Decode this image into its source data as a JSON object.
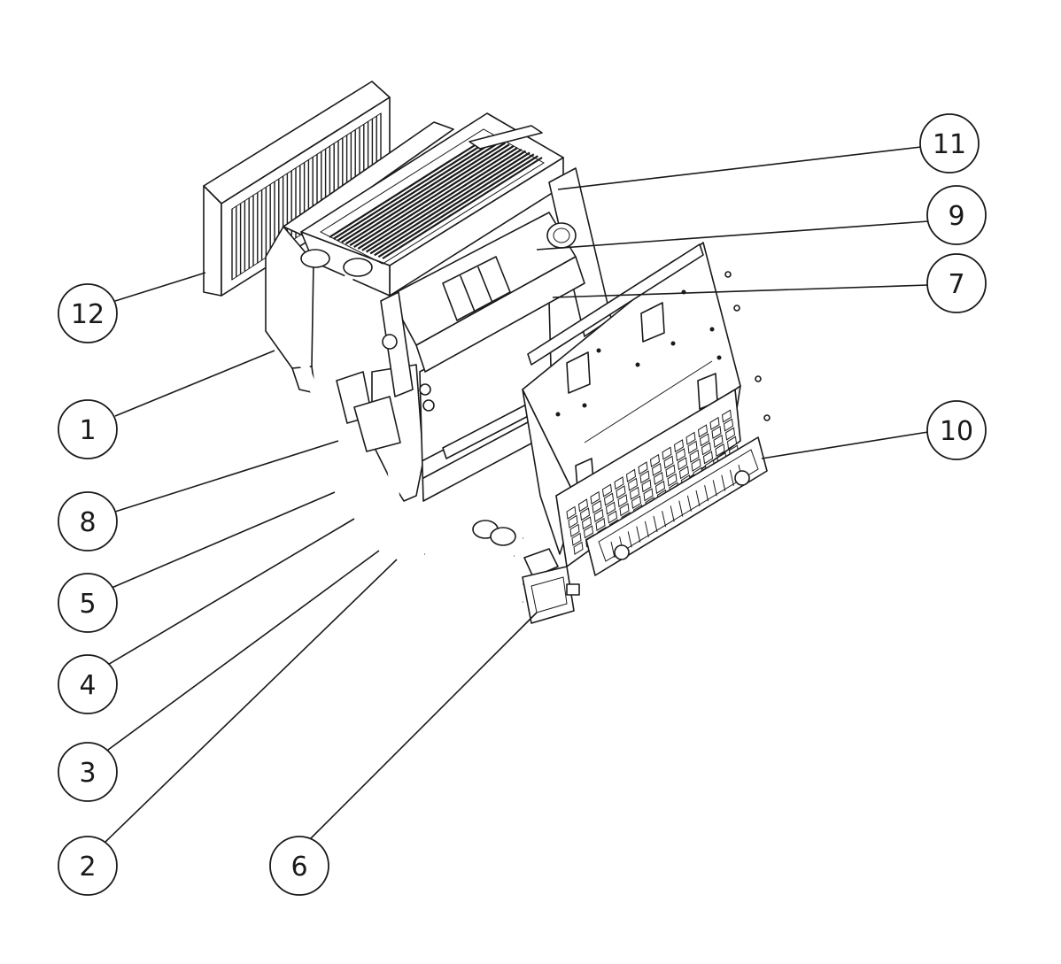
{
  "callouts": [
    {
      "id": "c12",
      "label": "12"
    },
    {
      "id": "c1",
      "label": "1"
    },
    {
      "id": "c8",
      "label": "8"
    },
    {
      "id": "c5",
      "label": "5"
    },
    {
      "id": "c4",
      "label": "4"
    },
    {
      "id": "c3",
      "label": "3"
    },
    {
      "id": "c2",
      "label": "2"
    },
    {
      "id": "c6",
      "label": "6"
    },
    {
      "id": "c11",
      "label": "11"
    },
    {
      "id": "c9",
      "label": "9"
    },
    {
      "id": "c7",
      "label": "7"
    },
    {
      "id": "c10",
      "label": "10"
    }
  ]
}
